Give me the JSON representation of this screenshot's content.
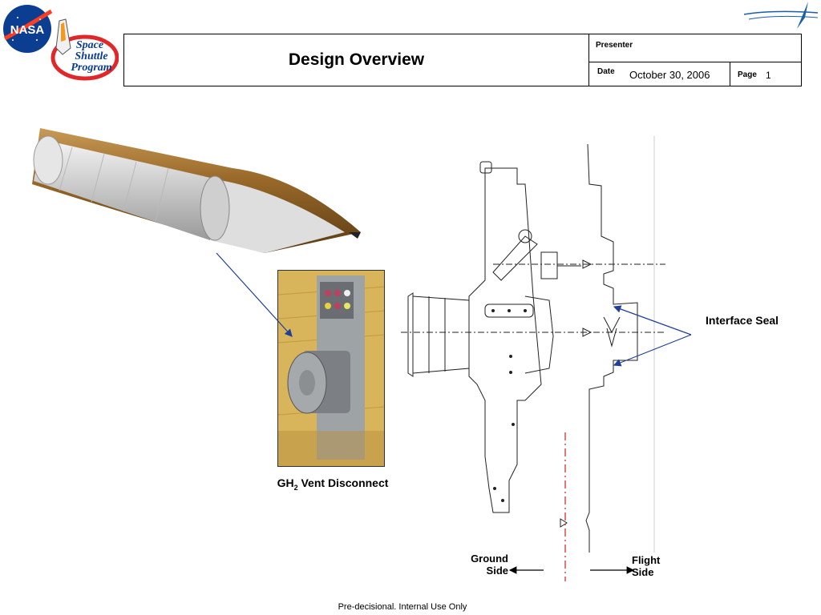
{
  "header": {
    "title": "Design Overview",
    "presenter_label": "Presenter",
    "date_label": "Date",
    "date_value": "October 30, 2006",
    "page_label": "Page",
    "page_value": "1"
  },
  "logos": {
    "nasa_text": "NASA",
    "ssp_line1": "Space",
    "ssp_line2": "Shuttle",
    "ssp_line3": "Program"
  },
  "photo_caption": {
    "prefix": "GH",
    "subscript": "2",
    "suffix": " Vent Disconnect"
  },
  "drawing_labels": {
    "interface_seal": "Interface Seal",
    "ground_line1": "Ground",
    "ground_line2": "Side",
    "flight_line1": "Flight",
    "flight_line2": "Side"
  },
  "footer": {
    "text": "Pre-decisional. Internal Use Only"
  },
  "colors": {
    "nasa_blue": "#0b3d91",
    "nasa_red": "#fc3d21",
    "tank_orange": "#9a6a2a",
    "leader_blue": "#1f3f9a",
    "centerline_red": "#d21f1f"
  }
}
